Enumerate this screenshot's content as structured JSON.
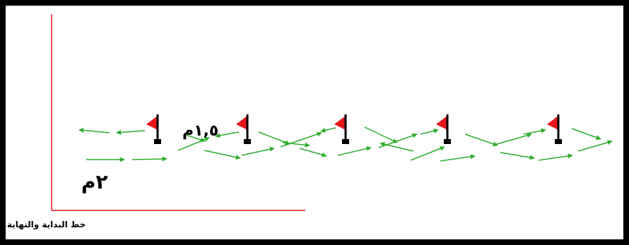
{
  "labels": {
    "distance_between_flags": "١,٥م",
    "distance_from_line": "٢م",
    "start_finish_line": "خط البداية والنهاية"
  },
  "colors": {
    "frame": "#000000",
    "guide_lines": "#e8161c",
    "flag": "#e8161c",
    "pole": "#000000",
    "arrows": "#2eac2e"
  },
  "icons": [
    "flag-icon",
    "arrow-icon"
  ],
  "flags_count": 5
}
